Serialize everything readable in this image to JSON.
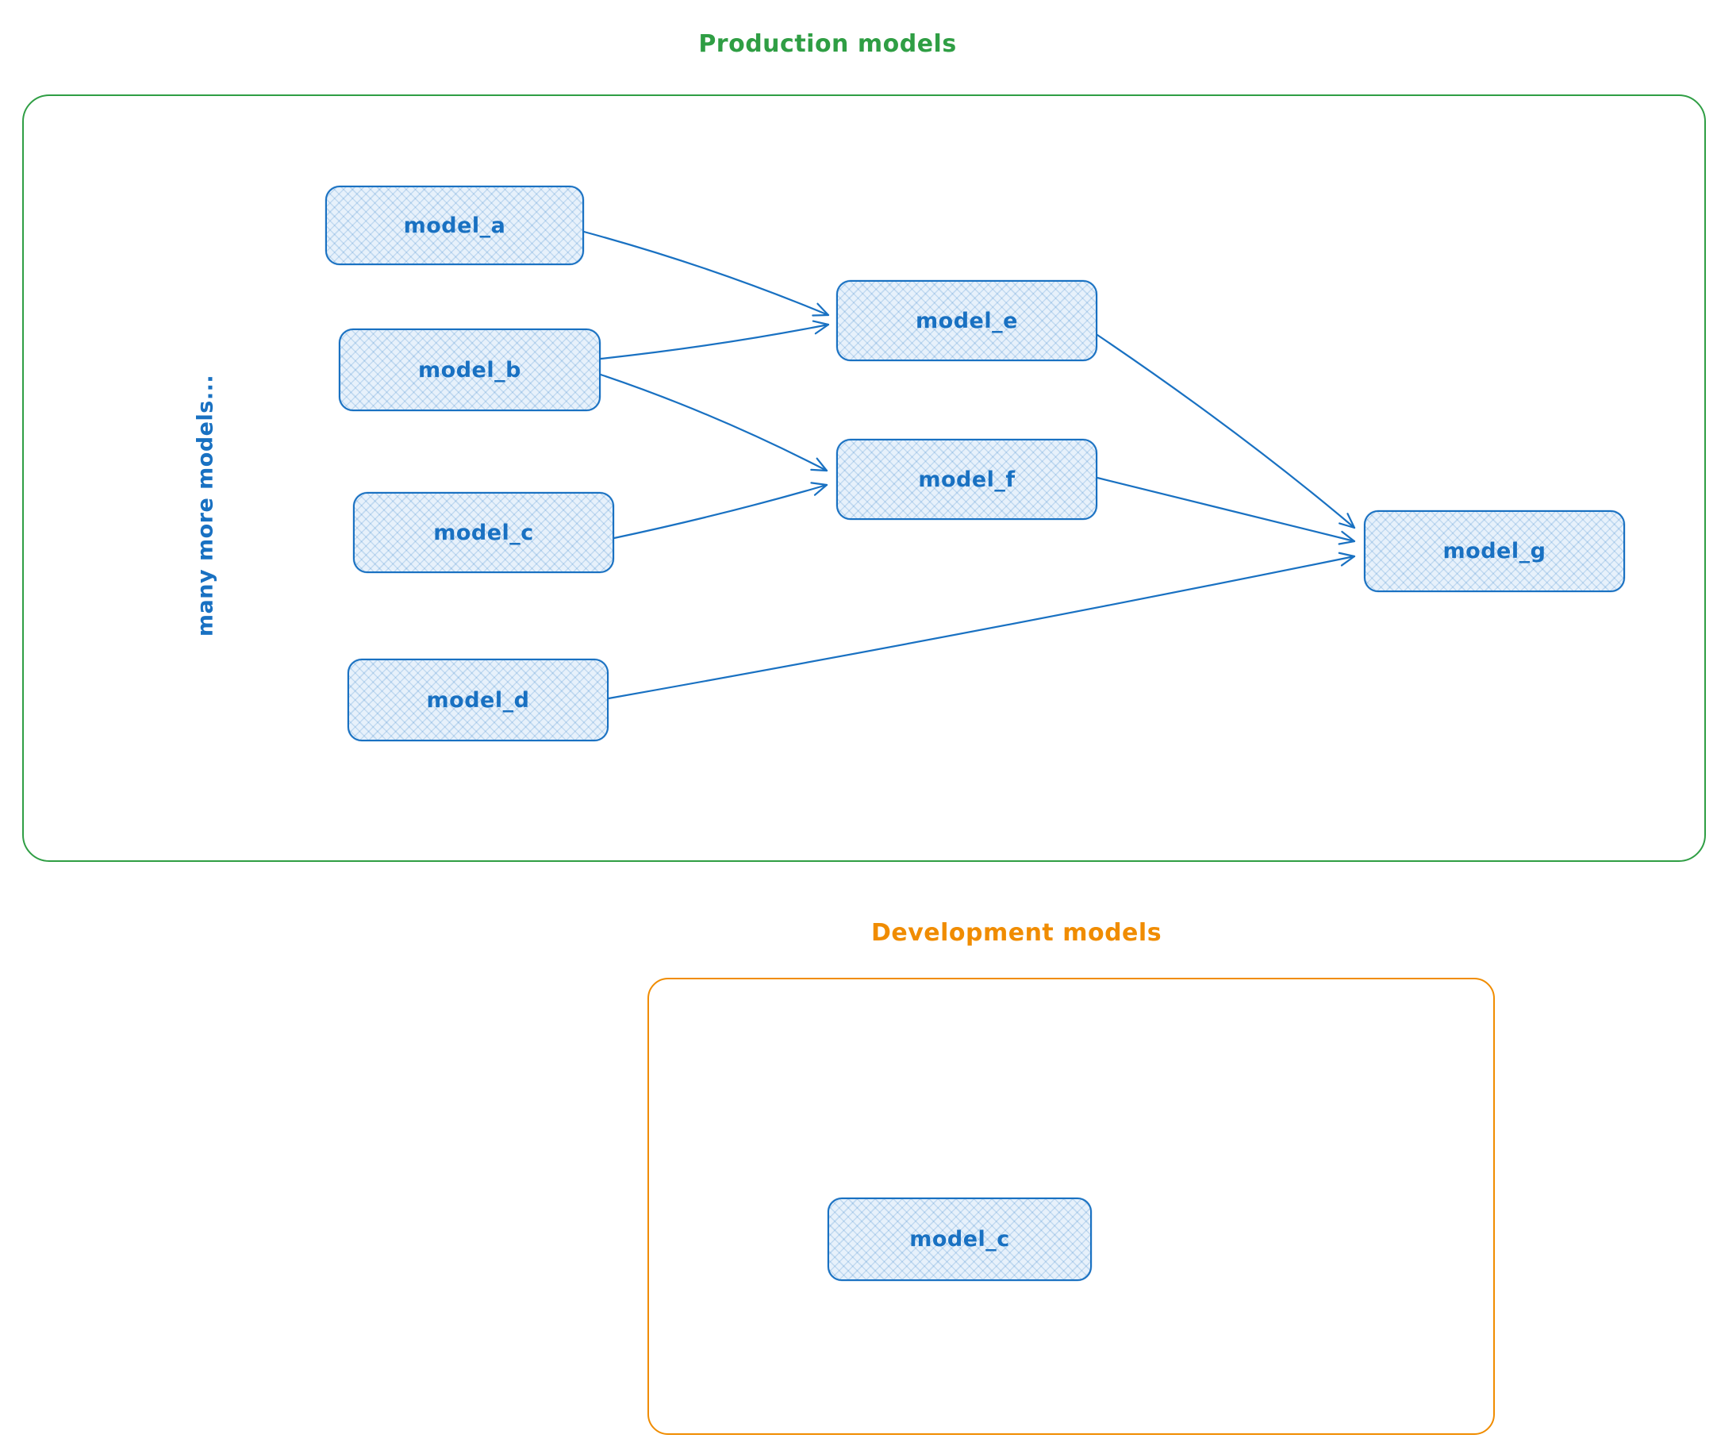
{
  "production": {
    "title": "Production models",
    "side_note": "many more models...",
    "nodes": {
      "a": {
        "label": "model_a"
      },
      "b": {
        "label": "model_b"
      },
      "c": {
        "label": "model_c"
      },
      "d": {
        "label": "model_d"
      },
      "e": {
        "label": "model_e"
      },
      "f": {
        "label": "model_f"
      },
      "g": {
        "label": "model_g"
      }
    },
    "edges": [
      {
        "from": "model_a",
        "to": "model_e"
      },
      {
        "from": "model_b",
        "to": "model_e"
      },
      {
        "from": "model_b",
        "to": "model_f"
      },
      {
        "from": "model_c",
        "to": "model_f"
      },
      {
        "from": "model_e",
        "to": "model_g"
      },
      {
        "from": "model_f",
        "to": "model_g"
      },
      {
        "from": "model_d",
        "to": "model_g"
      }
    ]
  },
  "development": {
    "title": "Development models",
    "nodes": {
      "c": {
        "label": "model_c"
      }
    }
  },
  "colors": {
    "production_border": "#2f9e44",
    "development_border": "#f08c00",
    "node_stroke": "#1971c2",
    "node_fill": "#e7f1fb",
    "arrow": "#1971c2"
  }
}
